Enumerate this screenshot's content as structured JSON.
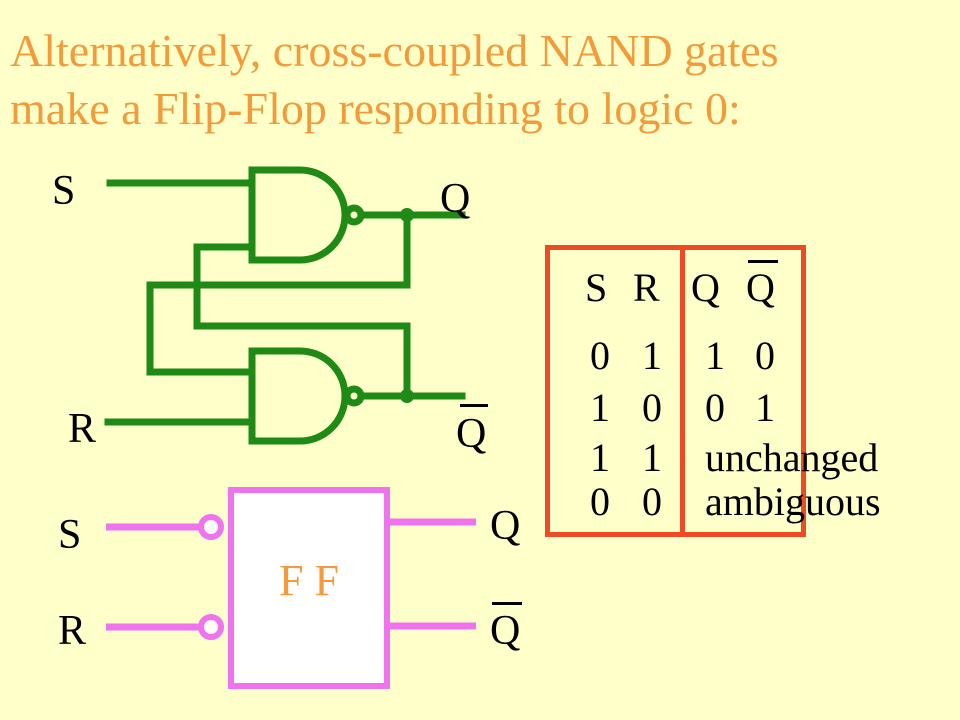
{
  "title": {
    "line1": "Alternatively, cross-coupled NAND gates",
    "line2": "make a Flip-Flop responding to logic 0:"
  },
  "circuit": {
    "s_label": "S",
    "r_label": "R",
    "q_label": "Q",
    "qbar_label": "Q",
    "wire_color": "#1f8a16"
  },
  "truth_table": {
    "headers": [
      "S",
      "R",
      "Q",
      "Q"
    ],
    "rows": [
      {
        "s": "0",
        "r": "1",
        "result": "1   0"
      },
      {
        "s": "1",
        "r": "0",
        "result": "0   1"
      },
      {
        "s": "1",
        "r": "1",
        "result": "unchanged"
      },
      {
        "s": "0",
        "r": "0",
        "result": "ambiguous"
      }
    ],
    "border_color": "#ef4a23"
  },
  "flip_flop": {
    "label": "F F",
    "s_label": "S",
    "r_label": "R",
    "q_label": "Q",
    "qbar_label": "Q",
    "border_color": "#ef72ef"
  }
}
